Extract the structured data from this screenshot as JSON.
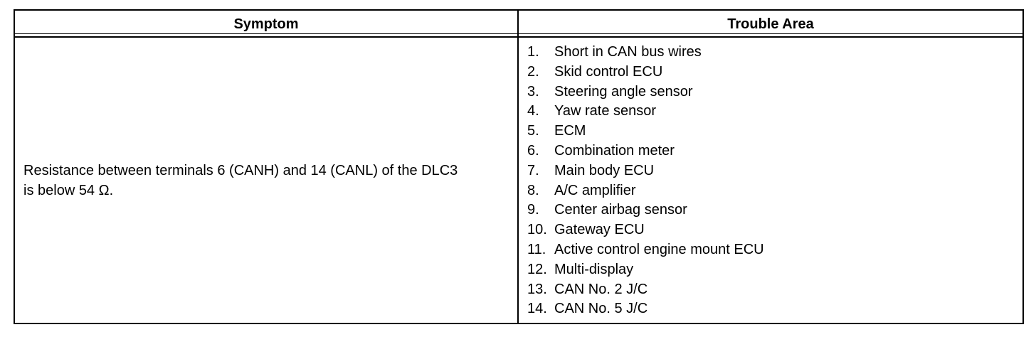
{
  "table": {
    "headers": {
      "symptom": "Symptom",
      "trouble_area": "Trouble Area"
    },
    "symptom_line1": "Resistance between terminals 6 (CANH) and 14 (CANL) of the DLC3",
    "symptom_line2": "is below 54 Ω.",
    "trouble_areas": [
      {
        "num": "1.",
        "text": "Short in CAN bus wires"
      },
      {
        "num": "2.",
        "text": "Skid control ECU"
      },
      {
        "num": "3.",
        "text": "Steering angle sensor"
      },
      {
        "num": "4.",
        "text": "Yaw rate sensor"
      },
      {
        "num": "5.",
        "text": "ECM"
      },
      {
        "num": "6.",
        "text": "Combination meter"
      },
      {
        "num": "7.",
        "text": "Main body ECU"
      },
      {
        "num": "8.",
        "text": "A/C amplifier"
      },
      {
        "num": "9.",
        "text": "Center airbag sensor"
      },
      {
        "num": "10.",
        "text": "Gateway ECU"
      },
      {
        "num": "11.",
        "text": "Active control engine mount ECU"
      },
      {
        "num": "12.",
        "text": "Multi-display"
      },
      {
        "num": "13.",
        "text": "CAN No. 2 J/C"
      },
      {
        "num": "14.",
        "text": "CAN No. 5 J/C"
      }
    ]
  }
}
